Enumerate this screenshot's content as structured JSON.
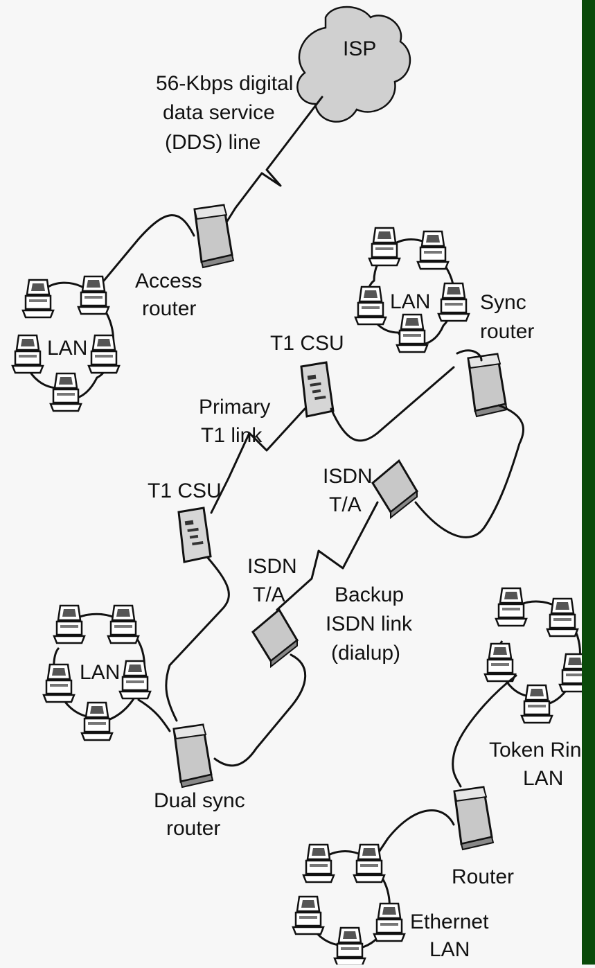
{
  "labels": {
    "isp": "ISP",
    "dds1": "56-Kbps digital",
    "dds2": "data service",
    "dds3": "(DDS) line",
    "access1": "Access",
    "access2": "router",
    "lan_topleft": "LAN",
    "lan_topright": "LAN",
    "sync1": "Sync",
    "sync2": "router",
    "csu_top": "T1 CSU",
    "primary1": "Primary",
    "primary2": "T1 link",
    "csu_mid": "T1 CSU",
    "isdn_ta_r1": "ISDN",
    "isdn_ta_r2": "T/A",
    "isdn_ta_l1": "ISDN",
    "isdn_ta_l2": "T/A",
    "backup1": "Backup",
    "backup2": "ISDN link",
    "backup3": "(dialup)",
    "lan_bottomleft": "LAN",
    "dual1": "Dual sync",
    "dual2": "router",
    "token1": "Token Ring",
    "token2": "LAN",
    "router": "Router",
    "ethernet1": "Ethernet",
    "ethernet2": "LAN"
  },
  "colors": {
    "background": "#f7f7f7",
    "right_bar": "#0a4a0a",
    "device_fill": "#c8c8c8",
    "cloud_fill": "#d0d0d0"
  }
}
